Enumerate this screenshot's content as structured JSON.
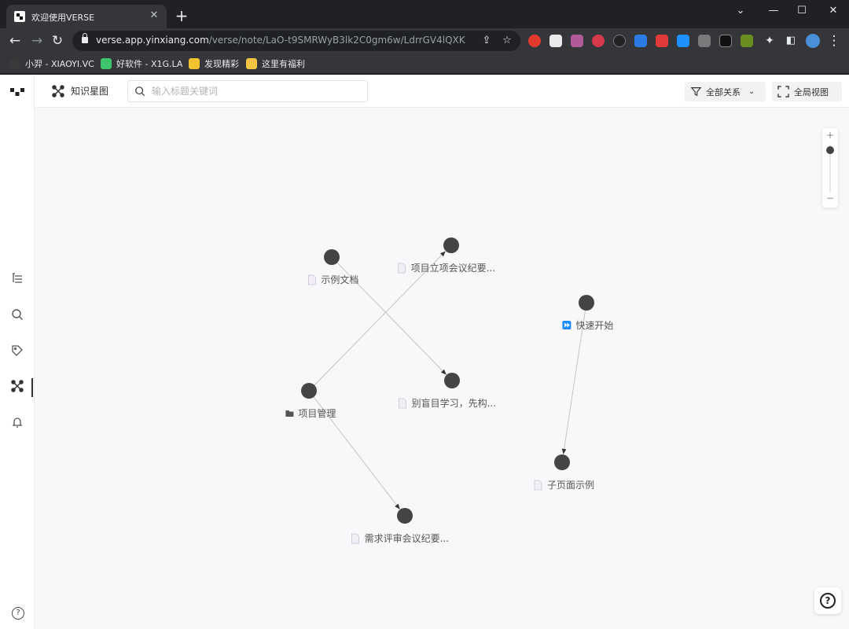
{
  "browser": {
    "tab_title": "欢迎使用VERSE",
    "url_host": "verse.app.yinxiang.com",
    "url_path": "/verse/note/LaO-t9SMRWyB3lk2C0gm6w/LdrrGV4lQXKf1B...",
    "bookmarks": [
      {
        "label": "小羿 - XIAOYI.VC",
        "icon": "avatar-icon",
        "color": "#3a3a3a"
      },
      {
        "label": "好软件 - X1G.LA",
        "icon": "app-icon",
        "color": "#3ec46d"
      },
      {
        "label": "发现精彩",
        "icon": "spark-icon",
        "color": "#f2c230"
      },
      {
        "label": "这里有福利",
        "icon": "folder-icon",
        "color": "#f4c542"
      }
    ]
  },
  "app": {
    "graph_title": "知识星图",
    "search": {
      "placeholder": "输入标题关键词"
    },
    "filter_label": "全部关系",
    "fullview_label": "全局视图",
    "zoom": {
      "plus": "+",
      "minus": "−",
      "level": 0.9
    },
    "help_label": "?"
  },
  "graph": {
    "nodes": [
      {
        "id": "n1",
        "label": "示例文档",
        "icon": "doc-icon"
      },
      {
        "id": "n2",
        "label": "项目立项会议纪要...",
        "icon": "doc-icon"
      },
      {
        "id": "n3",
        "label": "快速开始",
        "icon": "fast-forward-icon"
      },
      {
        "id": "n4",
        "label": "项目管理",
        "icon": "folder-icon"
      },
      {
        "id": "n5",
        "label": "别盲目学习，先构...",
        "icon": "doc-icon"
      },
      {
        "id": "n6",
        "label": "子页面示例",
        "icon": "doc-icon"
      },
      {
        "id": "n7",
        "label": "需求评审会议纪要...",
        "icon": "doc-icon"
      }
    ],
    "edges": [
      {
        "from": "n1",
        "to": "n5"
      },
      {
        "from": "n4",
        "to": "n2"
      },
      {
        "from": "n4",
        "to": "n7"
      },
      {
        "from": "n3",
        "to": "n6"
      }
    ]
  }
}
